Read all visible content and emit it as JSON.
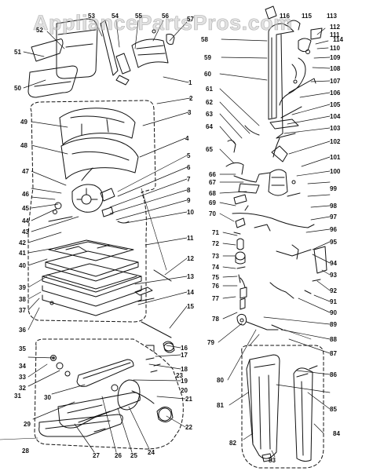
{
  "watermark": "AppliancePartsPros.com",
  "colors": {
    "ink": "#111111",
    "background": "#ffffff"
  },
  "callouts": [
    "1",
    "2",
    "3",
    "4",
    "5",
    "6",
    "7",
    "8",
    "9",
    "10",
    "11",
    "12",
    "13",
    "14",
    "15",
    "16",
    "17",
    "18",
    "19",
    "20",
    "21",
    "22",
    "23",
    "24",
    "25",
    "26",
    "27",
    "28",
    "29",
    "30",
    "31",
    "32",
    "33",
    "34",
    "35",
    "36",
    "37",
    "38",
    "39",
    "40",
    "41",
    "42",
    "43",
    "44",
    "45",
    "46",
    "47",
    "48",
    "49",
    "50",
    "51",
    "52",
    "53",
    "54",
    "55",
    "56",
    "57",
    "58",
    "59",
    "60",
    "61",
    "62",
    "63",
    "64",
    "65",
    "66",
    "67",
    "68",
    "69",
    "70",
    "71",
    "72",
    "73",
    "74",
    "75",
    "76",
    "77",
    "78",
    "79",
    "80",
    "81",
    "82",
    "83",
    "84",
    "85",
    "86",
    "87",
    "88",
    "89",
    "90",
    "91",
    "92",
    "93",
    "94",
    "95",
    "96",
    "97",
    "98",
    "99",
    "100",
    "101",
    "102",
    "103",
    "104",
    "105",
    "106",
    "107",
    "108",
    "109",
    "110",
    "111",
    "112",
    "113",
    "114",
    "115",
    "116"
  ]
}
